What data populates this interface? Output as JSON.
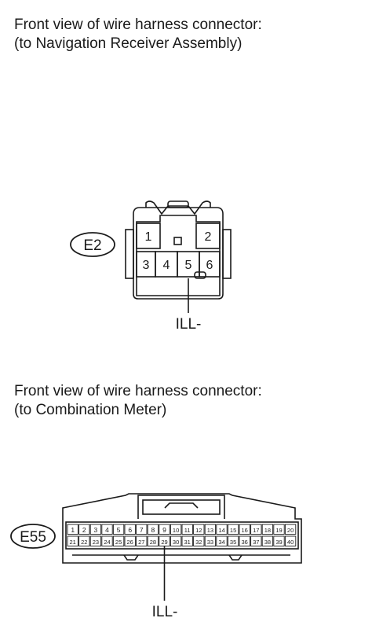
{
  "connectors": [
    {
      "id": "E2",
      "caption_line1": "Front view of wire harness connector:",
      "caption_line2": "(to Navigation Receiver Assembly)",
      "pins_row1": [
        "1",
        "2"
      ],
      "pins_row2": [
        "3",
        "4",
        "5",
        "6"
      ],
      "signal_pin": "5",
      "signal_label": "ILL-"
    },
    {
      "id": "E55",
      "caption_line1": "Front view of wire harness connector:",
      "caption_line2": "(to Combination Meter)",
      "pins_row1": [
        "1",
        "2",
        "3",
        "4",
        "5",
        "6",
        "7",
        "8",
        "9",
        "10",
        "11",
        "12",
        "13",
        "14",
        "15",
        "16",
        "17",
        "18",
        "19",
        "20"
      ],
      "pins_row2": [
        "21",
        "22",
        "23",
        "24",
        "25",
        "26",
        "27",
        "28",
        "29",
        "30",
        "31",
        "32",
        "33",
        "34",
        "35",
        "36",
        "37",
        "38",
        "39",
        "40"
      ],
      "signal_pin": "29",
      "signal_label": "ILL-"
    }
  ]
}
